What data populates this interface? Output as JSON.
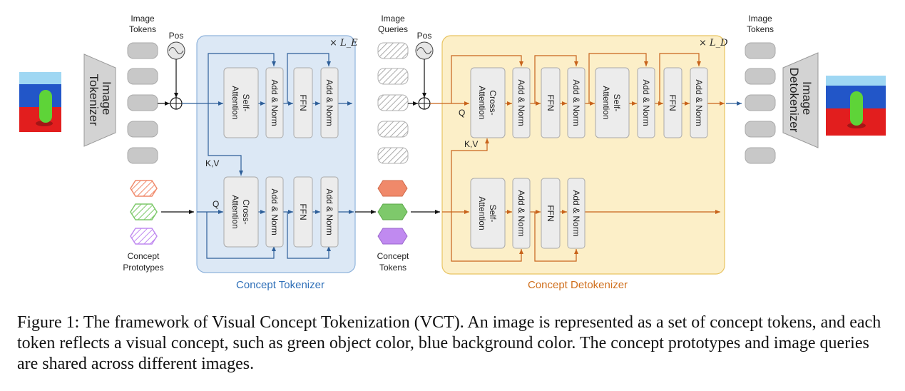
{
  "labels": {
    "image_tokens_left": [
      "Image",
      "Tokens"
    ],
    "image_tokenizer": [
      "Image",
      "Tokenizer"
    ],
    "pos_left": "Pos",
    "pos_right": "Pos",
    "image_queries": [
      "Image",
      "Queries"
    ],
    "image_tokens_right": [
      "Image",
      "Tokens"
    ],
    "image_detokenizer": [
      "Image",
      "Detokenizer"
    ],
    "concept_prototypes": [
      "Concept",
      "Prototypes"
    ],
    "concept_tokens": [
      "Concept",
      "Tokens"
    ],
    "tokenizer_repeat": "× L_E",
    "detokenizer_repeat": "× L_D",
    "kv_left": "K,V",
    "q_left": "Q",
    "kv_right": "K,V",
    "q_right": "Q"
  },
  "blocks": {
    "self_attention": [
      "Self-",
      "Attention"
    ],
    "cross_attention": [
      "Cross-",
      "Attention"
    ],
    "add_norm": "Add & Norm",
    "ffn": "FFN"
  },
  "sections": {
    "tokenizer": "Concept Tokenizer",
    "detokenizer": "Concept Detokenizer"
  },
  "colors": {
    "tokenizer_panel": "#dce8f5",
    "tokenizer_border": "#8fb3dc",
    "detokenizer_panel": "#fcefc8",
    "detokenizer_border": "#e8c462",
    "blue_arrow": "#2e5f99",
    "orange_arrow": "#c8631b",
    "prototype_orange": "#f0896a",
    "prototype_green": "#7ec96b",
    "prototype_purple": "#c08af0"
  },
  "caption": "Figure 1: The framework of Visual Concept Tokenization (VCT). An image is represented as a set of concept tokens, and each token reflects a visual concept, such as green object color, blue background color. The concept prototypes and image queries are shared across different images."
}
